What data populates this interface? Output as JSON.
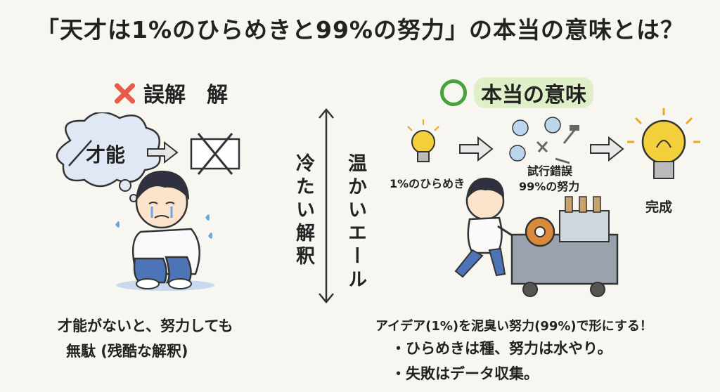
{
  "title": "「天才は1%のひらめきと99%の努力」の本当の意味とは？",
  "left": {
    "heading": "誤解　解",
    "bubble_text": "才能",
    "caption_line1": "才能がないと、努力しても",
    "caption_line2": "無駄 (残酷な解釈)"
  },
  "middle": {
    "left_label": "冷たい解釈",
    "right_label": "温かいエール"
  },
  "right": {
    "heading": "本当の意味",
    "step1_label": "1%のひらめき",
    "step2_label_top": "試行錯誤",
    "step2_label_bottom": "99%の努力",
    "step3_label": "完成",
    "summary": "アイデア(1%)を泥臭い努力(99%)で形にする！",
    "bullet1": "・ひらめきは種、努力は水やり。",
    "bullet2": "・失敗はデータ収集。"
  },
  "colors": {
    "cross_red": "#e85a4a",
    "circle_green": "#45a33a",
    "highlight": "#dff0c8",
    "bulb_yellow": "#f4cf3c",
    "shirt_blue": "#4e74b8"
  }
}
